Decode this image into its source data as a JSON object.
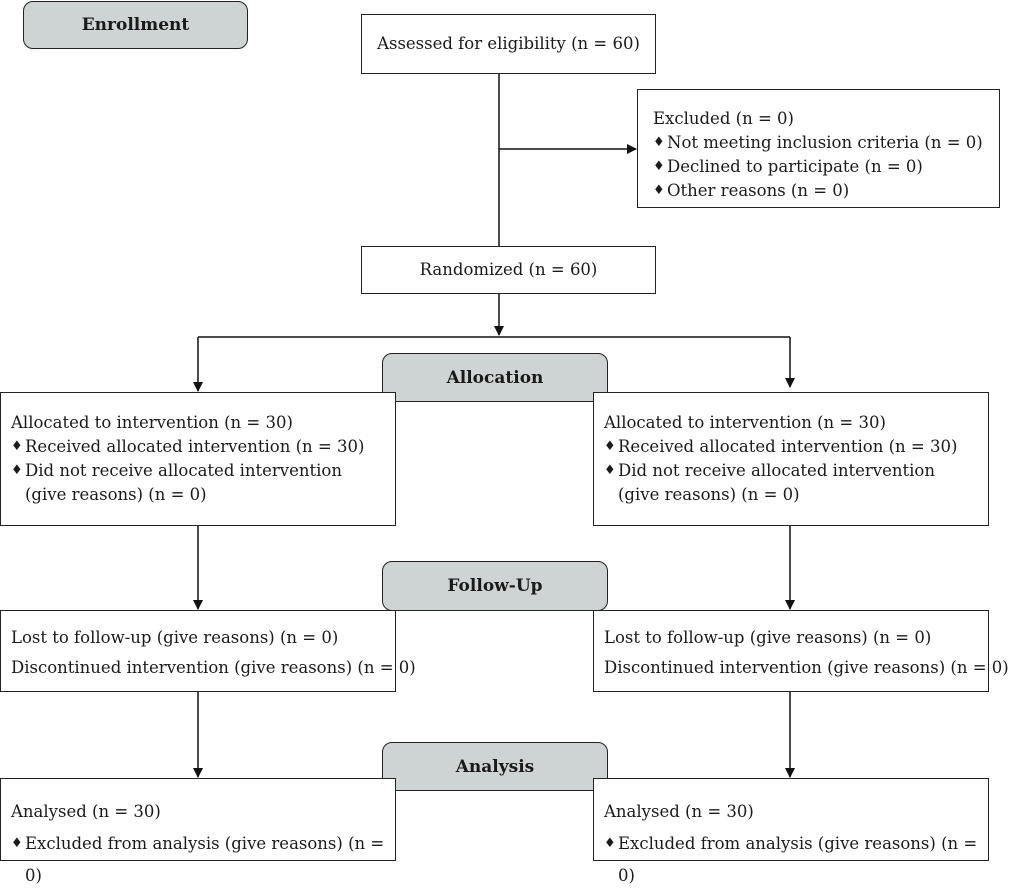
{
  "stages": {
    "enrollment": "Enrollment",
    "allocation": "Allocation",
    "follow_up": "Follow-Up",
    "analysis": "Analysis"
  },
  "assessed": "Assessed for eligibility (n = 60)",
  "excluded": {
    "title": "Excluded (n = 0)",
    "items": [
      "Not meeting inclusion criteria (n = 0)",
      "Declined to participate (n = 0)",
      "Other reasons (n = 0)"
    ]
  },
  "randomized": "Randomized (n = 60)",
  "bullet_glyph": "♦",
  "arms": [
    {
      "allocation": {
        "title": "Allocated to intervention (n = 30)",
        "received": "Received allocated intervention (n = 30)",
        "not_received": "Did not receive allocated intervention (give reasons) (n = 0)"
      },
      "follow_up": {
        "lost": "Lost to follow-up (give reasons) (n = 0)",
        "discontinued": "Discontinued intervention (give reasons) (n = 0)"
      },
      "analysis": {
        "analysed": "Analysed (n = 30)",
        "excluded": "Excluded from analysis (give reasons) (n = 0)"
      }
    },
    {
      "allocation": {
        "title": "Allocated to intervention (n = 30)",
        "received": "Received allocated intervention (n = 30)",
        "not_received": "Did not receive allocated intervention (give reasons) (n = 0)"
      },
      "follow_up": {
        "lost": "Lost to follow-up (give reasons) (n = 0)",
        "discontinued": "Discontinued intervention (give reasons) (n = 0)"
      },
      "analysis": {
        "analysed": "Analysed (n = 30)",
        "excluded": "Excluded from analysis (give reasons) (n = 0)"
      }
    }
  ]
}
